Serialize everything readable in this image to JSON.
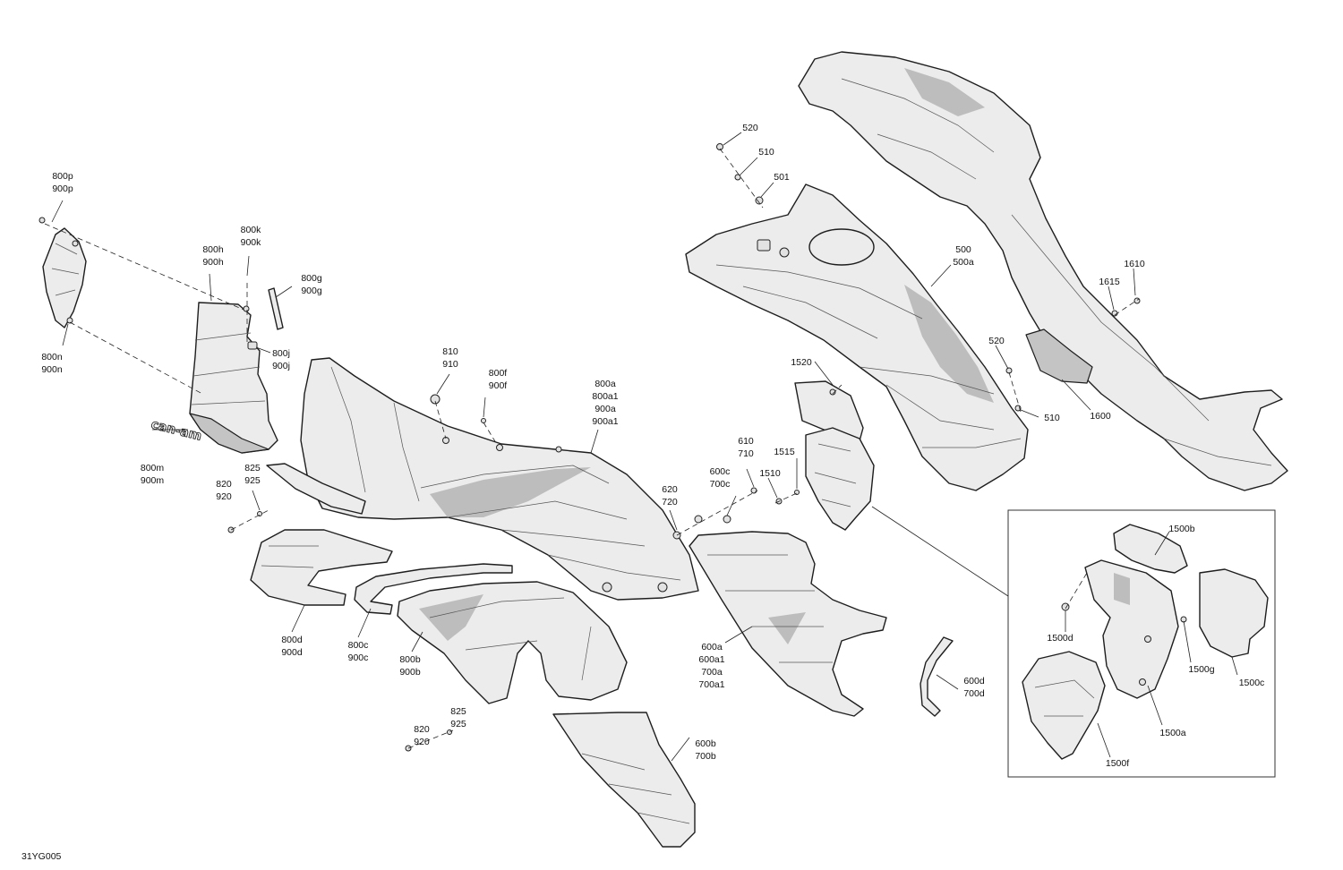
{
  "drawing_id": "31YG005",
  "brand_decal": "can-am",
  "callouts": {
    "c800p": [
      "800p",
      "900p"
    ],
    "c800n": [
      "800n",
      "900n"
    ],
    "c800h": [
      "800h",
      "900h"
    ],
    "c800k": [
      "800k",
      "900k"
    ],
    "c800g": [
      "800g",
      "900g"
    ],
    "c800j": [
      "800j",
      "900j"
    ],
    "c800m": [
      "800m",
      "900m"
    ],
    "c825a": [
      "825",
      "925"
    ],
    "c820a": [
      "820",
      "920"
    ],
    "c810": [
      "810",
      "910"
    ],
    "c800f": [
      "800f",
      "900f"
    ],
    "c800a": [
      "800a",
      "800a1",
      "900a",
      "900a1"
    ],
    "c800d": [
      "800d",
      "900d"
    ],
    "c800c": [
      "800c",
      "900c"
    ],
    "c800b": [
      "800b",
      "900b"
    ],
    "c825b": [
      "825",
      "925"
    ],
    "c820b": [
      "820",
      "920"
    ],
    "c620": [
      "620",
      "720"
    ],
    "c610": [
      "610",
      "710"
    ],
    "c600c": [
      "600c",
      "700c"
    ],
    "c1510": [
      "1510"
    ],
    "c1515": [
      "1515"
    ],
    "c1520": [
      "1520"
    ],
    "c600a": [
      "600a",
      "600a1",
      "700a",
      "700a1"
    ],
    "c600b": [
      "600b",
      "700b"
    ],
    "c600d": [
      "600d",
      "700d"
    ],
    "c520a": [
      "520"
    ],
    "c510a": [
      "510"
    ],
    "c501": [
      "501"
    ],
    "c500": [
      "500",
      "500a"
    ],
    "c520b": [
      "520"
    ],
    "c510b": [
      "510"
    ],
    "c1610": [
      "1610"
    ],
    "c1615": [
      "1615"
    ],
    "c1600": [
      "1600"
    ],
    "c1500b": [
      "1500b"
    ],
    "c1500d": [
      "1500d"
    ],
    "c1500g": [
      "1500g"
    ],
    "c1500c": [
      "1500c"
    ],
    "c1500a": [
      "1500a"
    ],
    "c1500f": [
      "1500f"
    ]
  }
}
